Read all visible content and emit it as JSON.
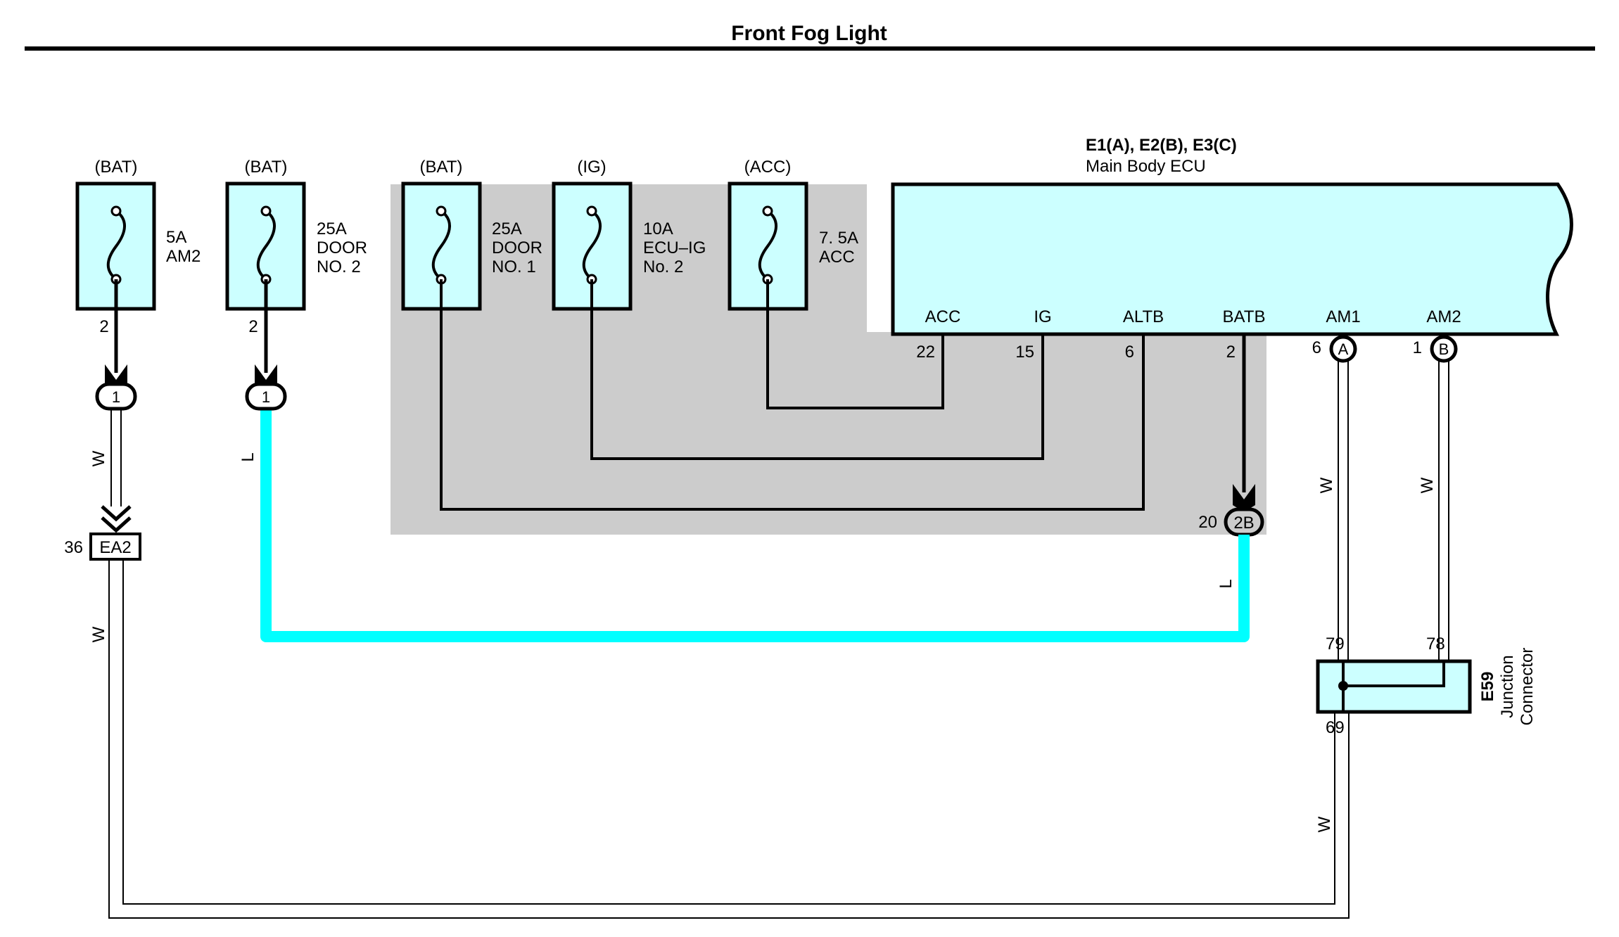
{
  "title": "Front Fog Light",
  "ecu": {
    "codes": "E1(A), E2(B), E3(C)",
    "name": "Main Body ECU",
    "terminals": [
      "ACC",
      "IG",
      "ALTB",
      "BATB",
      "AM1",
      "AM2"
    ],
    "pin_numbers": [
      "22",
      "15",
      "6",
      "2",
      "6",
      "1"
    ],
    "connector_letters": [
      "A",
      "B"
    ]
  },
  "fuses": [
    {
      "supply": "(BAT)",
      "rating": "5A",
      "name_line1": "AM2",
      "name_line2": "",
      "pin": "2"
    },
    {
      "supply": "(BAT)",
      "rating": "25A",
      "name_line1": "DOOR",
      "name_line2": "NO. 2",
      "pin": "2"
    },
    {
      "supply": "(BAT)",
      "rating": "25A",
      "name_line1": "DOOR",
      "name_line2": "NO. 1",
      "pin": ""
    },
    {
      "supply": "(IG)",
      "rating": "10A",
      "name_line1": "ECU–IG",
      "name_line2": "No. 2",
      "pin": ""
    },
    {
      "supply": "(ACC)",
      "rating": "7. 5A",
      "name_line1": "ACC",
      "name_line2": "",
      "pin": ""
    }
  ],
  "connectors": {
    "c1_left": "1",
    "c1_right": "1",
    "ea2": {
      "label": "EA2",
      "pin": "36"
    },
    "jb_2b": {
      "label": "2B",
      "pin": "20"
    }
  },
  "junction": {
    "code": "E59",
    "name_line1": "Junction",
    "name_line2": "Connector",
    "pins": [
      "79",
      "78",
      "69"
    ]
  },
  "wire_colors": {
    "white": "W",
    "blue": "L"
  },
  "colors": {
    "component_fill": "#ccffff",
    "blue_wire": "#00ffff",
    "shaded_area": "#cccccc",
    "line": "#000000"
  }
}
